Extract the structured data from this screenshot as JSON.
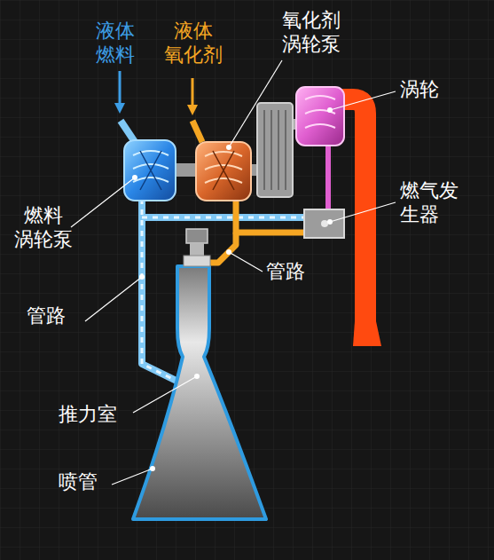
{
  "diagram": {
    "labels": [
      "液体 燃料",
      "液体 氧化剂",
      "氧化剂 涡轮泵",
      "涡轮",
      "燃料 涡轮泵",
      "燃气发 生器",
      "管路",
      "管路",
      "推力室",
      "喷管"
    ]
  }
}
